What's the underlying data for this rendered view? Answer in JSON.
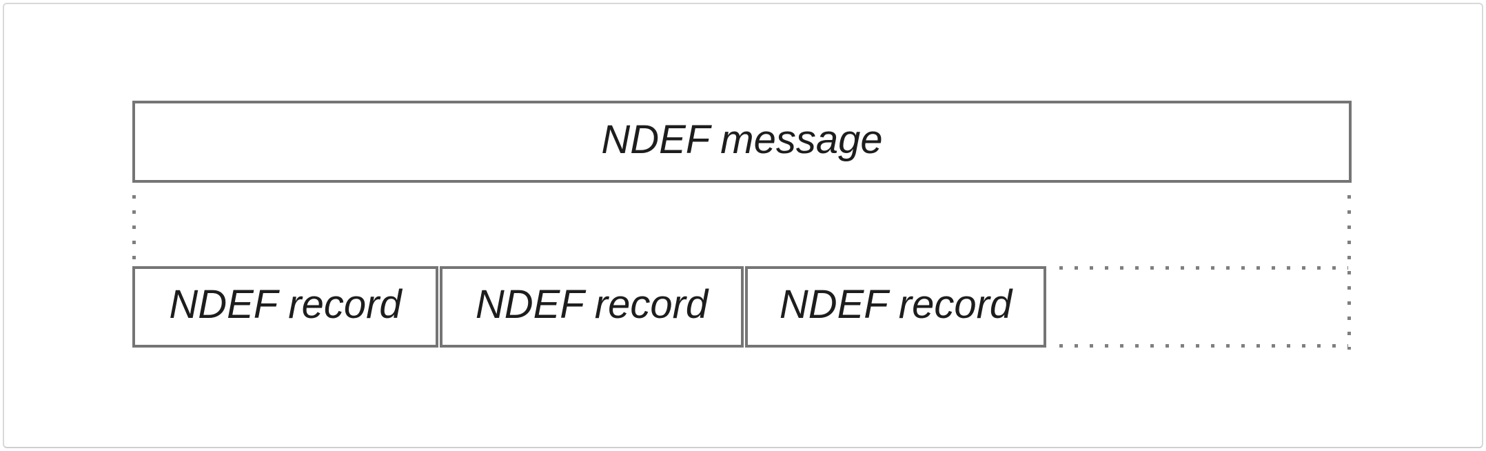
{
  "diagram": {
    "message_box": {
      "label": "NDEF message"
    },
    "record_boxes": [
      {
        "label": "NDEF record"
      },
      {
        "label": "NDEF record"
      },
      {
        "label": "NDEF record"
      }
    ],
    "colors": {
      "box_border": "#757575",
      "dotted_line": "#7f7f7f",
      "text": "#1d1d1d",
      "frame_border": "#d8d8d8",
      "background": "#ffffff"
    }
  }
}
